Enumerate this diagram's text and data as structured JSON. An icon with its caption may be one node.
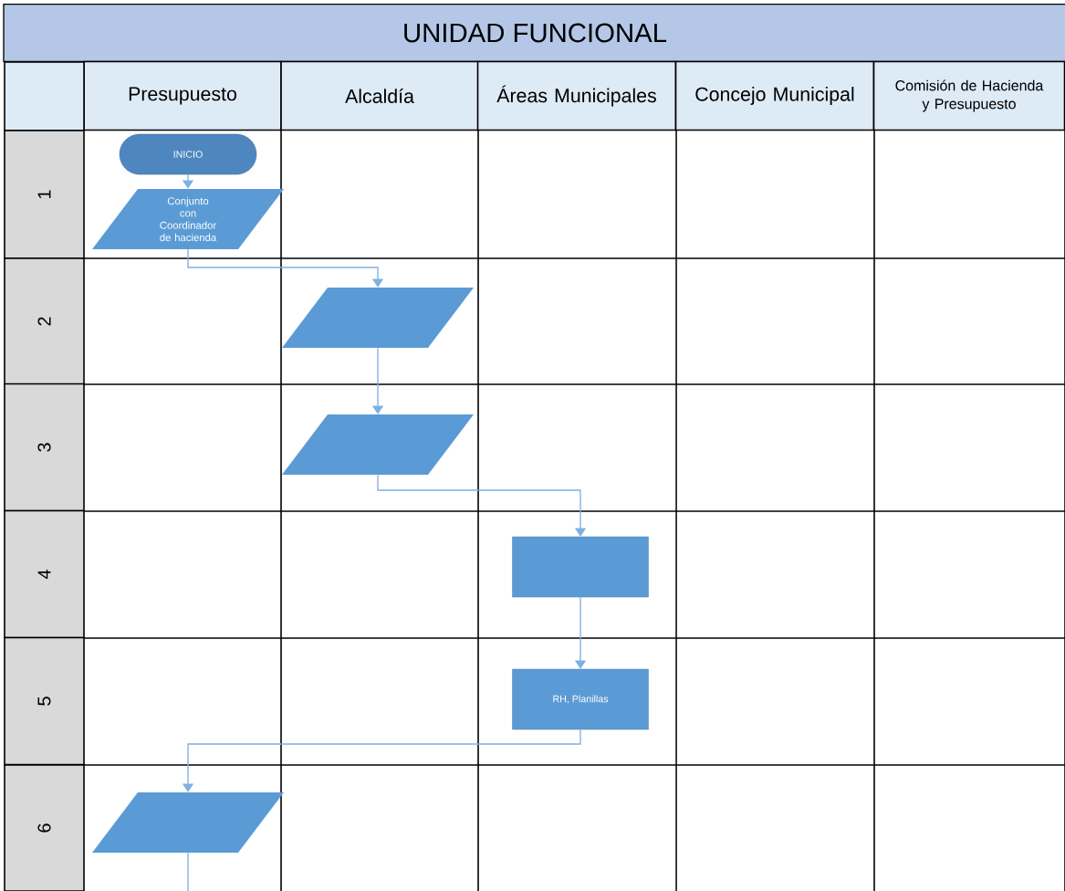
{
  "diagram": {
    "title": "UNIDAD FUNCIONAL",
    "nodes": [
      {
        "text": [
          "INICIO"
        ]
      },
      {
        "text": [
          "Conjunto con Coordinador de hacienda"
        ]
      },
      {
        "text": [],
        "shape": "parallelogram"
      },
      {
        "text": [],
        "shape": "parallelogram"
      },
      {
        "text": [],
        "shape": "box"
      },
      {
        "text": [
          "RH, Planillas"
        ]
      },
      {
        "text": [],
        "shape": "parallelogram"
      }
    ],
    "edges": [
      {
        "from": 0,
        "to": 1,
        "arrow": "to"
      },
      {
        "from": 1,
        "to": 2,
        "arrow": "to"
      },
      {
        "from": 2,
        "to": 3,
        "arrow": "to"
      },
      {
        "from": 3,
        "to": 4,
        "arrow": "to"
      },
      {
        "from": 4,
        "to": 5,
        "arrow": "to"
      },
      {
        "from": 5,
        "to": 6,
        "arrow": "to"
      },
      {
        "from": 6,
        "to": null,
        "arrow": "none"
      }
    ],
    "labels": [
      "Presupuesto",
      "Alcaldía",
      "Áreas Municipales",
      "Concejo Municipal",
      "Comisión de Hacienda y Presupuesto",
      "1",
      "2",
      "3",
      "4",
      "5",
      "6"
    ]
  }
}
